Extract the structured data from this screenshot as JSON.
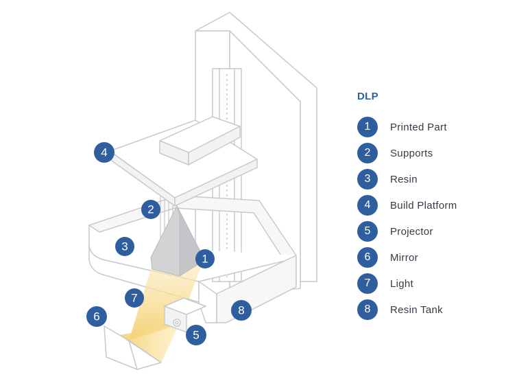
{
  "legend": {
    "title": "DLP",
    "items": [
      {
        "number": "1",
        "label": "Printed Part"
      },
      {
        "number": "2",
        "label": "Supports"
      },
      {
        "number": "3",
        "label": "Resin"
      },
      {
        "number": "4",
        "label": "Build Platform"
      },
      {
        "number": "5",
        "label": "Projector"
      },
      {
        "number": "6",
        "label": "Mirror"
      },
      {
        "number": "7",
        "label": "Light"
      },
      {
        "number": "8",
        "label": "Resin Tank"
      }
    ]
  },
  "callouts": [
    "4",
    "2",
    "3",
    "1",
    "7",
    "8",
    "6",
    "5"
  ],
  "colors": {
    "accent": "#2f5e9e",
    "outline": "#c7c9cc",
    "light_beam": "#f6d98c",
    "printed_part": "#d2d3d5"
  }
}
